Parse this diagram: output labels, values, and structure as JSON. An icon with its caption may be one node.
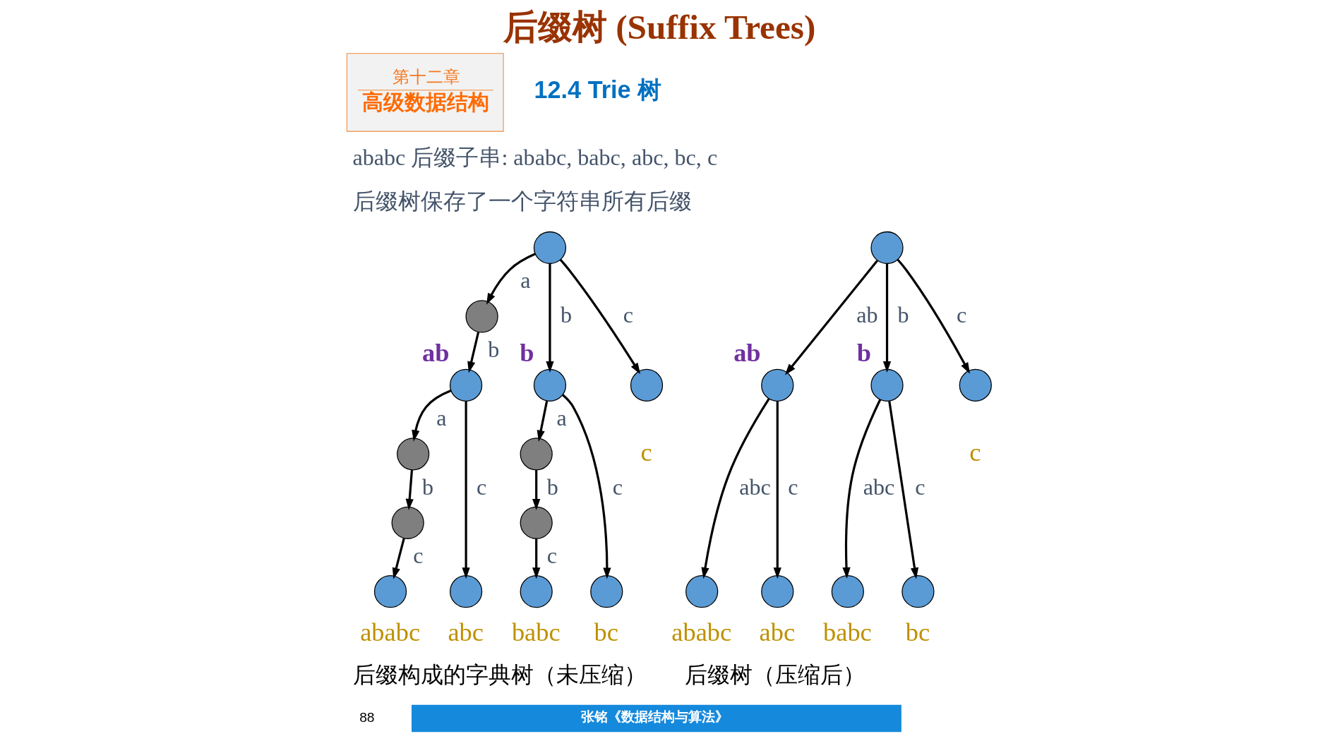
{
  "diagram": {
    "title": "后缀树 (Suffix Trees)",
    "nodes": [
      {
        "text": [
          "第十二章",
          "高级数据结构"
        ]
      },
      {
        "text": [],
        "shape": "circle"
      },
      {
        "text": [],
        "shape": "circle"
      },
      {
        "text": [],
        "shape": "circle",
        "beside": [
          "ab"
        ]
      },
      {
        "text": [],
        "shape": "circle",
        "beside": [
          "b"
        ]
      },
      {
        "text": [],
        "shape": "circle",
        "beside": [
          "c"
        ]
      },
      {
        "text": [],
        "shape": "circle"
      },
      {
        "text": [],
        "shape": "circle"
      },
      {
        "text": [],
        "shape": "circle",
        "beside": [
          "ababc"
        ]
      },
      {
        "text": [],
        "shape": "circle",
        "beside": [
          "abc"
        ]
      },
      {
        "text": [],
        "shape": "circle"
      },
      {
        "text": [],
        "shape": "circle"
      },
      {
        "text": [],
        "shape": "circle",
        "beside": [
          "babc"
        ]
      },
      {
        "text": [],
        "shape": "circle",
        "beside": [
          "bc"
        ]
      },
      {
        "text": [],
        "shape": "circle"
      },
      {
        "text": [],
        "shape": "circle",
        "beside": [
          "ab"
        ]
      },
      {
        "text": [],
        "shape": "circle",
        "beside": [
          "b"
        ]
      },
      {
        "text": [],
        "shape": "circle",
        "beside": [
          "c"
        ]
      },
      {
        "text": [],
        "shape": "circle",
        "beside": [
          "ababc"
        ]
      },
      {
        "text": [],
        "shape": "circle",
        "beside": [
          "abc"
        ]
      },
      {
        "text": [],
        "shape": "circle",
        "beside": [
          "babc"
        ]
      },
      {
        "text": [],
        "shape": "circle",
        "beside": [
          "bc"
        ]
      }
    ],
    "edges": [
      {
        "from": 1,
        "to": 2,
        "arrow": "to",
        "label": "a"
      },
      {
        "from": 2,
        "to": 3,
        "arrow": "to",
        "label": "b"
      },
      {
        "from": 1,
        "to": 4,
        "arrow": "to",
        "label": "b"
      },
      {
        "from": 1,
        "to": 5,
        "arrow": "to",
        "label": "c"
      },
      {
        "from": 3,
        "to": 6,
        "arrow": "to",
        "label": "a"
      },
      {
        "from": 6,
        "to": 7,
        "arrow": "to",
        "label": "b"
      },
      {
        "from": 7,
        "to": 8,
        "arrow": "to",
        "label": "c"
      },
      {
        "from": 3,
        "to": 9,
        "arrow": "to",
        "label": "c"
      },
      {
        "from": 4,
        "to": 10,
        "arrow": "to",
        "label": "a"
      },
      {
        "from": 10,
        "to": 11,
        "arrow": "to",
        "label": "b"
      },
      {
        "from": 11,
        "to": 12,
        "arrow": "to",
        "label": "c"
      },
      {
        "from": 4,
        "to": 13,
        "arrow": "to",
        "label": "c"
      },
      {
        "from": 14,
        "to": 15,
        "arrow": "to",
        "label": "ab"
      },
      {
        "from": 14,
        "to": 16,
        "arrow": "to",
        "label": "b"
      },
      {
        "from": 14,
        "to": 17,
        "arrow": "to",
        "label": "c"
      },
      {
        "from": 15,
        "to": 18,
        "arrow": "to",
        "label": "abc"
      },
      {
        "from": 15,
        "to": 19,
        "arrow": "to",
        "label": "c"
      },
      {
        "from": 16,
        "to": 20,
        "arrow": "to",
        "label": "abc"
      },
      {
        "from": 16,
        "to": 21,
        "arrow": "to",
        "label": "c"
      }
    ],
    "labels": [
      "12.4 Trie 树",
      "ababc 后缀子串: ababc, babc, abc, bc, c",
      "后缀树保存了一个字符串所有后缀",
      "后缀构成的字典树（未压缩）",
      "后缀树（压缩后）",
      "88",
      "张铭《数据结构与算法》"
    ]
  }
}
